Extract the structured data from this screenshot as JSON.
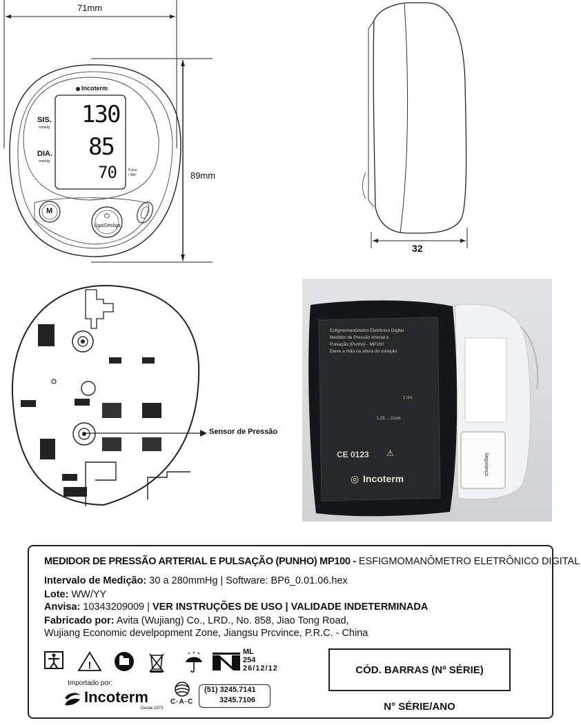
{
  "front_view": {
    "width_label": "71mm",
    "height_label": "89mm",
    "brand": "Incoterm",
    "sys_label": "SIS.",
    "sys_unit": "mmHg",
    "dia_label": "DIA.",
    "dia_unit": "mmHg",
    "sys_value": "130",
    "dia_value": "85",
    "pulse_value": "70",
    "pulse_unit_1": "Pulso",
    "pulse_unit_2": "/ Min",
    "m_button": "M",
    "power_label": "Liga/Desliga"
  },
  "side_view": {
    "depth_label": "32"
  },
  "internal_view": {
    "sensor_label": "Sensor de Pressão"
  },
  "photo": {
    "cuff_text": [
      "Esfigmomanômetro Eletrônico Digital",
      "Medidor de Pressão Arterial e",
      "Pulsação (Punho) - MP100",
      "Eleve a mão na altura do coração"
    ],
    "cuff_measure_1": "1 cm",
    "cuff_measure_2": "1,25 ... 21cm",
    "ce_mark": "CE 0123",
    "cuff_brand": "Incoterm",
    "side_label": "Segurança"
  },
  "product_label": {
    "line1_bold": "MEDIDOR DE PRESSÃO ARTERIAL E PULSAÇÃO (PUNHO) MP100 -",
    "line1_rest": " ESFIGMOMANÔMETRO ELETRÔNICO DIGITAL",
    "line2_bold": "Intervalo de Medição:",
    "line2_rest": " 30 a 280mmHg | Software: BP6_0.01.06.hex",
    "line3_bold": "Lote:",
    "line3_rest": " WW/YY",
    "line4_bold": "Anvisa:",
    "line4_rest": " 10343209009 | ",
    "line4_bold2": "VER INSTRUÇÕES DE USO | VALIDADE INDETERMINADA",
    "line5_bold": "Fabricado por:",
    "line5_rest": " Avita (Wujiang) Co., LRD., No. 858, Jiao Tong Road,",
    "line6": "Wujiang Economic develpopment  Zone, Jiangsu Prcvince, P.R.C. - China",
    "ml_1": "ML",
    "ml_2": "254",
    "ml_3": "26/12/12",
    "importer_label": "Importado por:",
    "importer_brand": "Incoterm",
    "importer_since": "Desde 1973",
    "cac_label": "C·A·C",
    "phone_1": "(51) 3245.7141",
    "phone_2": "3245.7106",
    "barcode_label": "CÓD. BARRAS (Nº SÉRIE)",
    "serial_label": "N° SÉRIE/ANO"
  }
}
